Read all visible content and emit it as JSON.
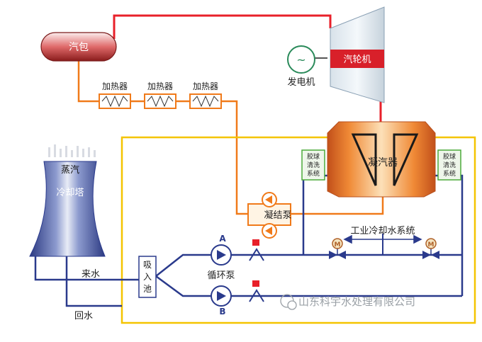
{
  "labels": {
    "drum": "汽包",
    "turbine": "汽轮机",
    "generator": "发电机",
    "heater": "加热器",
    "steam": "蒸汽",
    "cooling_tower": "冷却塔",
    "condenser": "凝汽器",
    "condensate_pump": "凝结泵",
    "ball_cleaning_1": "胶球",
    "ball_cleaning_2": "清洗",
    "ball_cleaning_3": "系统",
    "industrial_cooling": "工业冷却水系统",
    "intake_1": "吸",
    "intake_2": "入",
    "intake_3": "池",
    "circ_pump": "循环泵",
    "pump_a": "A",
    "pump_b": "B",
    "supply_water": "来水",
    "return_water": "回水",
    "valve_m": "M",
    "generator_symbol": "~",
    "watermark": "山东科宇水处理有限公司"
  },
  "colors": {
    "steam_line": "#e8202a",
    "condensate_line": "#f07a1a",
    "cooling_line": "#f4c400",
    "water_line": "#2a3a8c",
    "box_green": "#4caa3a"
  }
}
